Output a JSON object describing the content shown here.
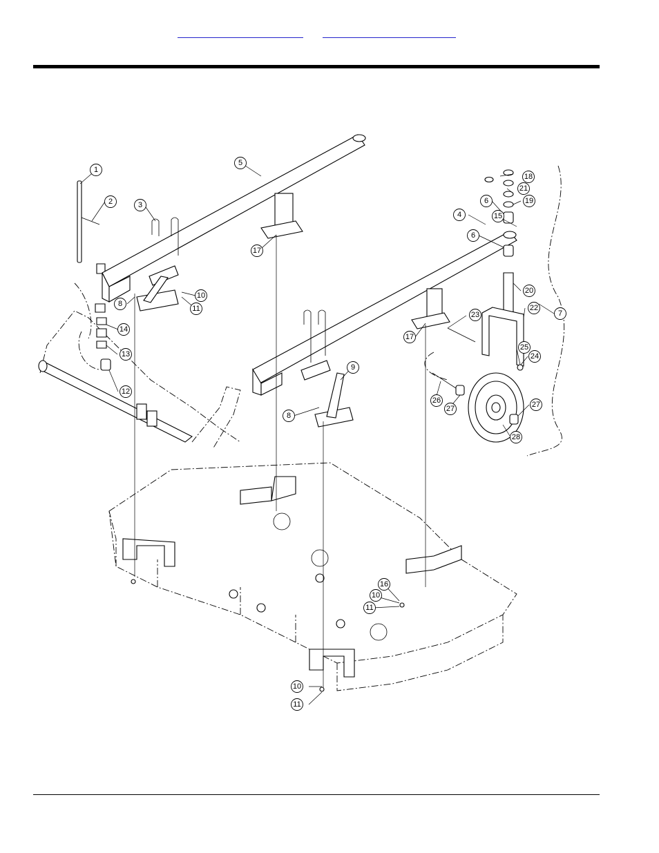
{
  "header": {
    "links": [
      {
        "id": "link-1",
        "text": ""
      },
      {
        "id": "link-2",
        "text": ""
      }
    ]
  },
  "diagram": {
    "callouts": [
      {
        "n": "1"
      },
      {
        "n": "2"
      },
      {
        "n": "3"
      },
      {
        "n": "4"
      },
      {
        "n": "5"
      },
      {
        "n": "6"
      },
      {
        "n": "6"
      },
      {
        "n": "7"
      },
      {
        "n": "8"
      },
      {
        "n": "8"
      },
      {
        "n": "9"
      },
      {
        "n": "10"
      },
      {
        "n": "10"
      },
      {
        "n": "10"
      },
      {
        "n": "11"
      },
      {
        "n": "11"
      },
      {
        "n": "11"
      },
      {
        "n": "12"
      },
      {
        "n": "13"
      },
      {
        "n": "14"
      },
      {
        "n": "15"
      },
      {
        "n": "16"
      },
      {
        "n": "17"
      },
      {
        "n": "17"
      },
      {
        "n": "18"
      },
      {
        "n": "19"
      },
      {
        "n": "20"
      },
      {
        "n": "21"
      },
      {
        "n": "22"
      },
      {
        "n": "23"
      },
      {
        "n": "24"
      },
      {
        "n": "25"
      },
      {
        "n": "26"
      },
      {
        "n": "27"
      },
      {
        "n": "27"
      },
      {
        "n": "28"
      }
    ]
  }
}
